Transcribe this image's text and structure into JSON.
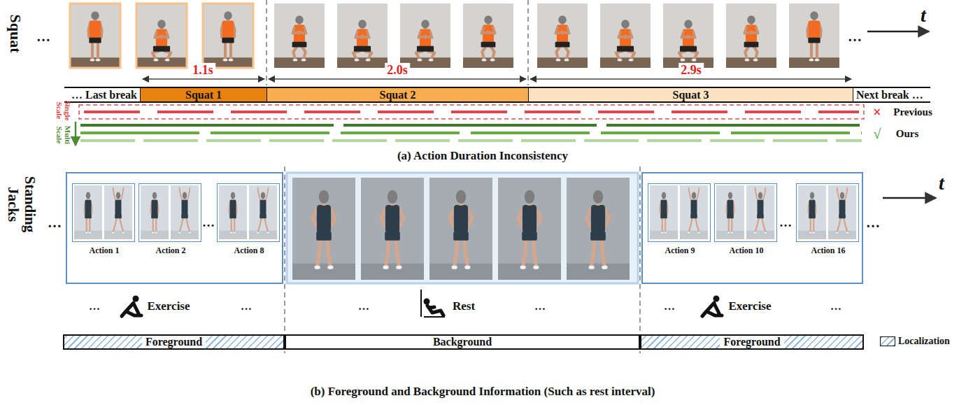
{
  "diagram": {
    "nodes": [
      {
        "text": [
          "… Last break"
        ]
      },
      {
        "text": [
          "Squat 1"
        ]
      },
      {
        "text": [
          "Squat 2"
        ]
      },
      {
        "text": [
          "Squat 3"
        ]
      },
      {
        "text": [
          "Next break …"
        ]
      },
      {
        "text": [
          "Action 1"
        ]
      },
      {
        "text": [
          "Action 2"
        ]
      },
      {
        "text": [
          "Action 8"
        ]
      },
      {
        "text": [
          "Action 9"
        ]
      },
      {
        "text": [
          "Action 10"
        ]
      },
      {
        "text": [
          "Action 16"
        ]
      },
      {
        "text": [
          "Foreground"
        ]
      },
      {
        "text": [
          "Background"
        ]
      },
      {
        "text": [
          "Foreground"
        ]
      }
    ],
    "labels": [
      "Squat",
      "…",
      "…",
      "t",
      "1.1s",
      "2.0s",
      "2.9s",
      "Single Scale",
      "Multi Scale",
      "×",
      "Previous",
      "√",
      "Ours",
      "(a) Action Duration Inconsistency",
      "Standing Jacks",
      "…",
      "…",
      "…",
      "…",
      "t",
      "…",
      "Exercise",
      "…",
      "…",
      "Rest",
      "…",
      "…",
      "Exercise",
      "…",
      "(b) Foreground and Background Information (Such as rest interval)"
    ],
    "legend": [
      {
        "text": "Localization"
      }
    ]
  }
}
